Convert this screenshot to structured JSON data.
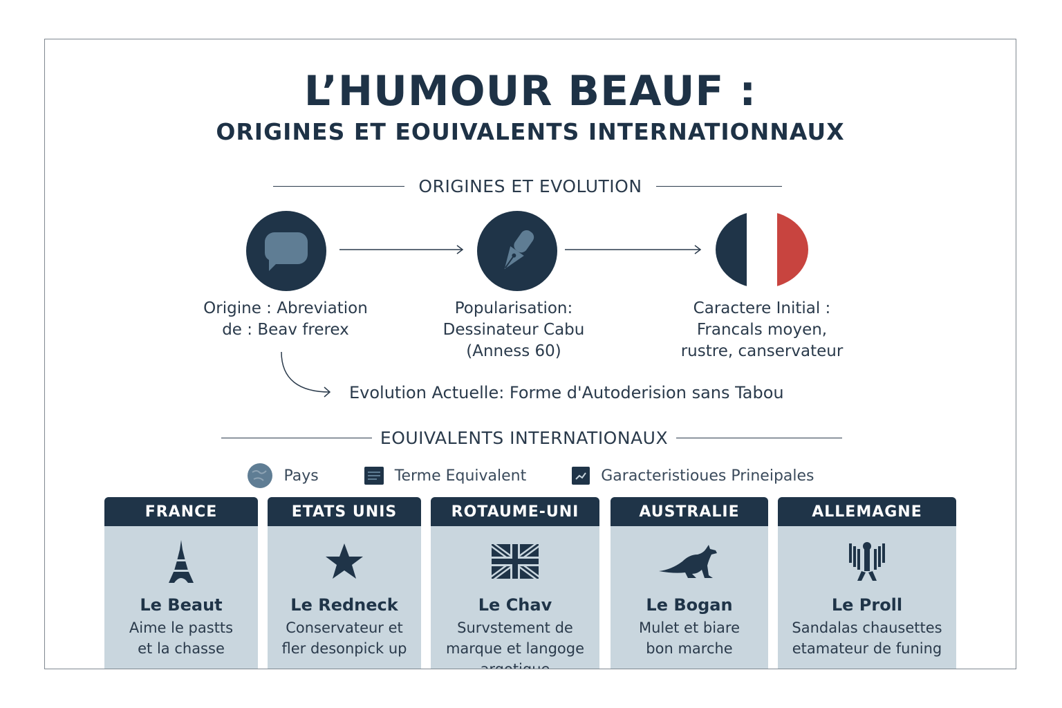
{
  "header": {
    "title": "L’HUMOUR BEAUF :",
    "subtitle": "ORIGINES ET EOUIVALENTS INTERNATIONNAUX"
  },
  "origins": {
    "heading": "ORIGINES ET EVOLUTION",
    "steps": [
      {
        "icon": "speech-bubble-icon",
        "line1": "Origine : Abreviation",
        "line2": "de : Beav frerex",
        "line3": ""
      },
      {
        "icon": "pen-nib-icon",
        "line1": "Popularisation:",
        "line2": "Dessinateur Cabu",
        "line3": "(Anness 60)"
      },
      {
        "icon": "french-flag-icon",
        "line1": "Caractere Initial :",
        "line2": "Francals moyen,",
        "line3": "rustre, canservateur"
      }
    ],
    "evolution": "Evolution Actuelle: Forme d'Autoderision sans Tabou"
  },
  "equivalents": {
    "heading": "EOUIVALENTS INTERNATIONAUX",
    "legend": [
      {
        "icon": "globe-icon",
        "label": "Pays"
      },
      {
        "icon": "document-icon",
        "label": "Terme Equivalent"
      },
      {
        "icon": "chart-icon",
        "label": "Garacteristioues Prineipales"
      }
    ],
    "cards": [
      {
        "country": "FRANCE",
        "icon": "eiffel-tower-icon",
        "term": "Le Beaut",
        "desc1": "Aime le pastts",
        "desc2": "et la chasse",
        "desc3": ""
      },
      {
        "country": "ETATS UNIS",
        "icon": "star-icon",
        "term": "Le Redneck",
        "desc1": "Conservateur et",
        "desc2": "fler desonpick up",
        "desc3": ""
      },
      {
        "country": "ROTAUME-UNI",
        "icon": "union-jack-icon",
        "term": "Le Chav",
        "desc1": "Survstement de",
        "desc2": "marque et langoge",
        "desc3": "argotique"
      },
      {
        "country": "AUSTRALIE",
        "icon": "kangaroo-icon",
        "term": "Le Bogan",
        "desc1": "Mulet et biare",
        "desc2": "bon marche",
        "desc3": ""
      },
      {
        "country": "ALLEMAGNE",
        "icon": "eagle-icon",
        "term": "Le Proll",
        "desc1": "Sandalas chausettes",
        "desc2": "etamateur de funing",
        "desc3": ""
      }
    ]
  },
  "colors": {
    "navy": "#1f3448",
    "card_bg": "#c9d6de",
    "flag_red": "#c8443f",
    "bubble_blue": "#5f7d94"
  }
}
